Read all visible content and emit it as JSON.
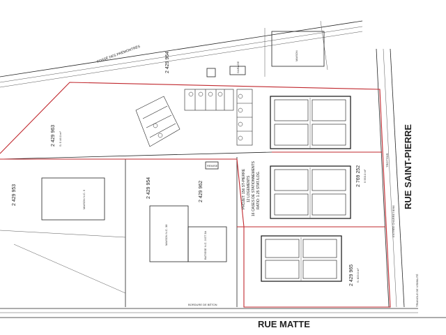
{
  "streets": {
    "rue_matte": "RUE MATTE",
    "rue_saint_pierre": "RUE SAINT-PIERRE",
    "fosse": "FOSSÉ DES PRÉMONTRÉS"
  },
  "lots": [
    {
      "id": "2 429 963",
      "area": "S: 5 46.0 m²"
    },
    {
      "id": "2 429 953"
    },
    {
      "id": "2 429 954"
    },
    {
      "id": "2 429 962"
    },
    {
      "id": "2 429 964"
    },
    {
      "id": "2 769 252",
      "area": "5 553.0 m²"
    },
    {
      "id": "2 429 965",
      "area": "S: 823.0 m²"
    }
  ],
  "houses": {
    "maison_5": "MAISON N.C. 5",
    "maison_38": "MAISON N.C. 38",
    "batisse": "BATISSE N.C. 3 ET 3A",
    "maison_top": "MAISON"
  },
  "project": {
    "line1": "PROJET: 156 ST-PIERRE",
    "line2": "12 LOGEMENTS",
    "line3": "16 CASES DE STATIONNEMENTS",
    "line4": "RATIO: 1.25 STAT./LOG."
  },
  "labels": {
    "garage": "GARAGE",
    "remise": "REMISE",
    "bordure": "BORDURE DE BÉTON",
    "trottoir": "TROTTOIR",
    "entree": "ENTRÉE CHARRETIÈRE",
    "triangle": "TRIANGLE DE VISIBILITÉ"
  },
  "colors": {
    "property_line": "#c0272d",
    "ink": "#222222"
  }
}
